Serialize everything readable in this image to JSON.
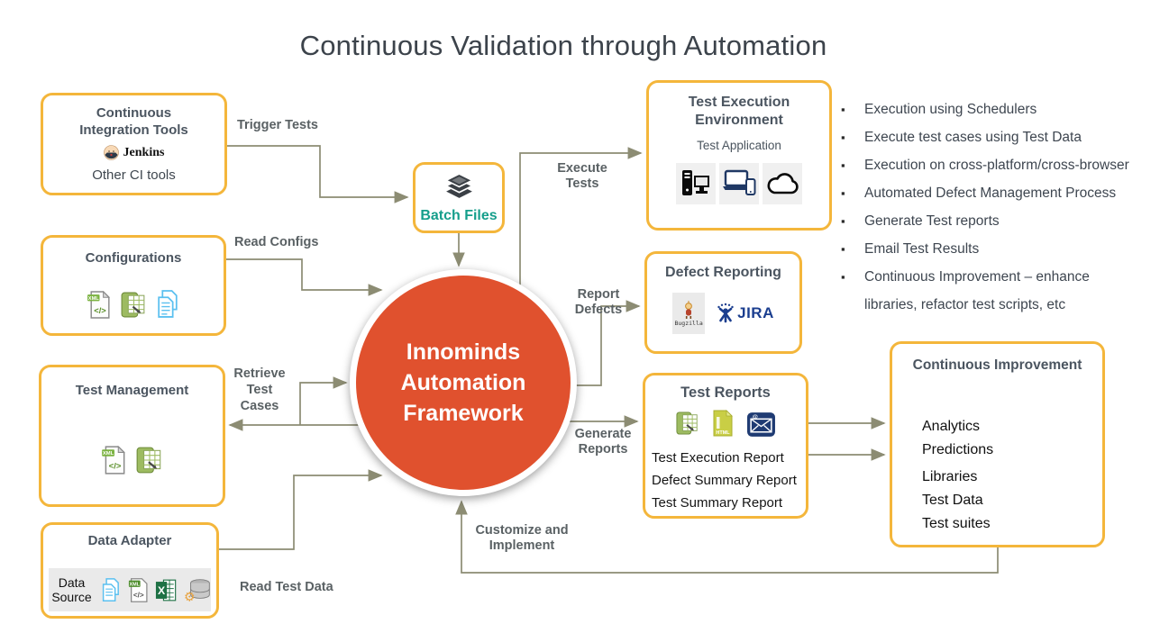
{
  "title": "Continuous Validation through Automation",
  "bullets": [
    "Execution using Schedulers",
    "Execute test cases using Test Data",
    "Execution on cross-platform/cross-browser",
    "Automated Defect Management Process",
    "Generate Test reports",
    "Email Test Results",
    "Continuous Improvement – enhance\nlibraries, refactor test scripts, etc"
  ],
  "center_circle": {
    "text": "Innominds\nAutomation\nFramework"
  },
  "boxes": {
    "continuous_integration": {
      "title": "Continuous\nIntegration Tools",
      "jenkins": "Jenkins",
      "other": "Other CI tools"
    },
    "configurations": {
      "title": "Configurations"
    },
    "test_management": {
      "title": "Test Management"
    },
    "data_adapter": {
      "title": "Data Adapter",
      "data_source": "Data Source"
    },
    "batch_files": {
      "label": "Batch Files"
    },
    "test_execution_environment": {
      "title": "Test Execution\nEnvironment",
      "subtitle": "Test Application"
    },
    "defect_reporting": {
      "title": "Defect Reporting",
      "bugzilla": "Bugzilla",
      "jira": "JIRA"
    },
    "test_reports": {
      "title": "Test Reports",
      "reports": [
        "Test Execution Report",
        "Defect Summary Report",
        "Test Summary Report"
      ]
    },
    "continuous_improvement": {
      "title": "Continuous Improvement",
      "items": [
        "Analytics",
        "Predictions",
        "Libraries",
        "Test Data",
        "Test suites"
      ]
    }
  },
  "flow_labels": {
    "trigger_tests": "Trigger Tests",
    "read_configs": "Read Configs",
    "retrieve_test_cases": "Retrieve\nTest\nCases",
    "read_test_data": "Read Test Data",
    "execute_tests": "Execute\nTests",
    "report_defects": "Report\nDefects",
    "generate_reports": "Generate\nReports",
    "customize_and_implement": "Customize and\nImplement"
  },
  "icon_labels": {
    "xml": "XML",
    "excel_x": "X",
    "html": "HTML",
    "code_glyph": "</>",
    "mail_at": "@",
    "gear_glyph": "⚙"
  },
  "colors": {
    "box_border": "#F4B63B",
    "circle_fill": "#E0512E",
    "arrow": "#8C8C73",
    "batch_files_text": "#159E8B",
    "jira_blue": "#1B3E8F",
    "title_text": "#3C434B"
  }
}
